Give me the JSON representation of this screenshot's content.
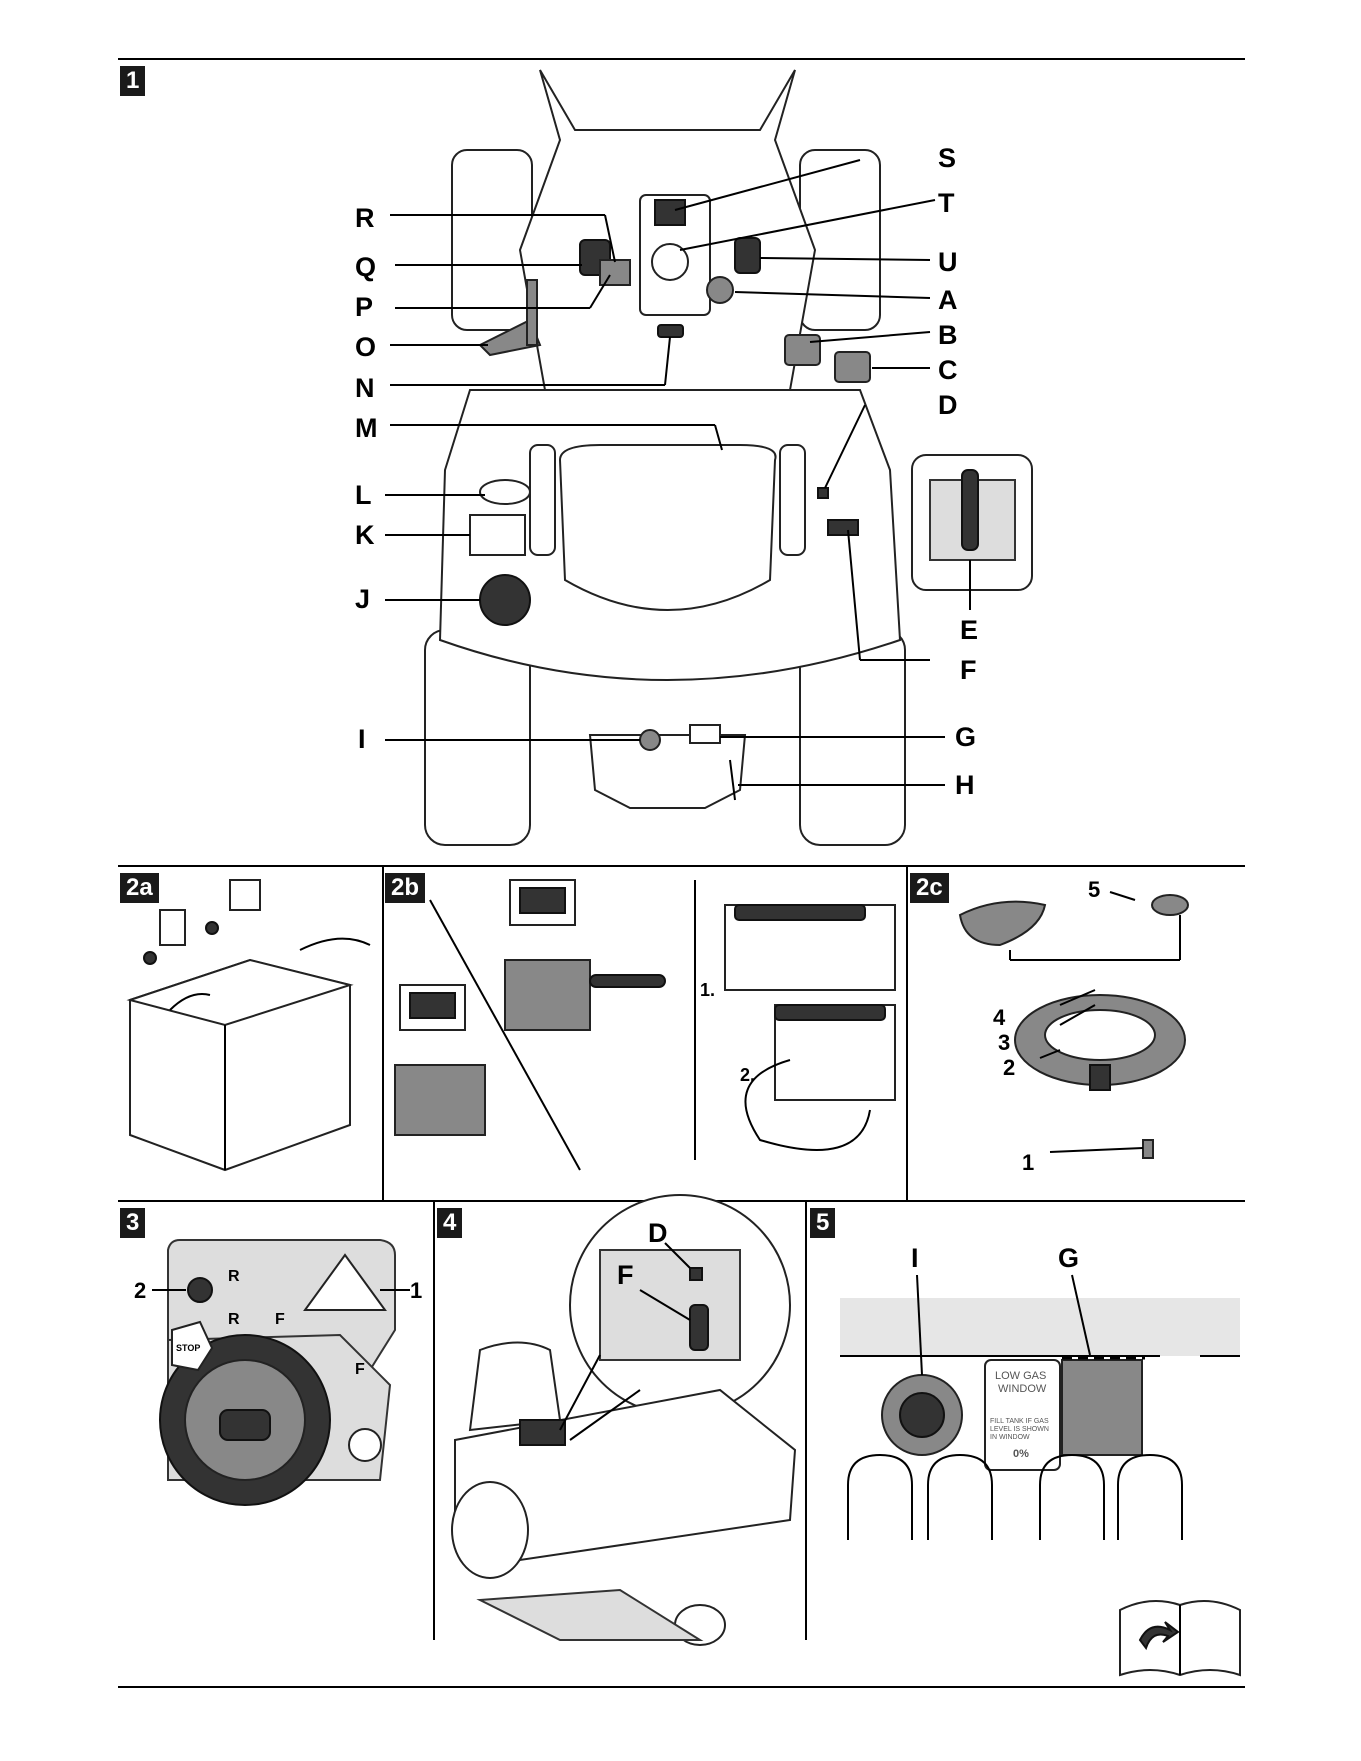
{
  "fig1": {
    "badge": "1",
    "labels": {
      "S": "S",
      "T": "T",
      "R": "R",
      "Q": "Q",
      "U": "U",
      "A": "A",
      "P": "P",
      "B": "B",
      "O": "O",
      "C": "C",
      "N": "N",
      "M": "M",
      "D": "D",
      "L": "L",
      "K": "K",
      "J": "J",
      "E": "E",
      "F": "F",
      "I": "I",
      "G": "G",
      "H": "H"
    }
  },
  "fig2a": {
    "badge": "2a"
  },
  "fig2b": {
    "badge": "2b",
    "step1": "1.",
    "step2": "2."
  },
  "fig2c": {
    "badge": "2c",
    "n1": "1",
    "n2": "2",
    "n3": "3",
    "n4": "4",
    "n5": "5"
  },
  "fig3": {
    "badge": "3",
    "n1": "1",
    "n2": "2",
    "row1": "R",
    "row2": "R",
    "row2_f": "F",
    "f_label": "F",
    "stop": "STOP"
  },
  "fig4": {
    "badge": "4",
    "D": "D",
    "F": "F"
  },
  "fig5": {
    "badge": "5",
    "I": "I",
    "G": "G",
    "window_title_1": "LOW GAS",
    "window_title_2": "WINDOW",
    "window_text_1": "FILL TANK IF GAS",
    "window_text_2": "LEVEL IS SHOWN",
    "window_text_3": "IN WINDOW",
    "zero": "0%"
  }
}
